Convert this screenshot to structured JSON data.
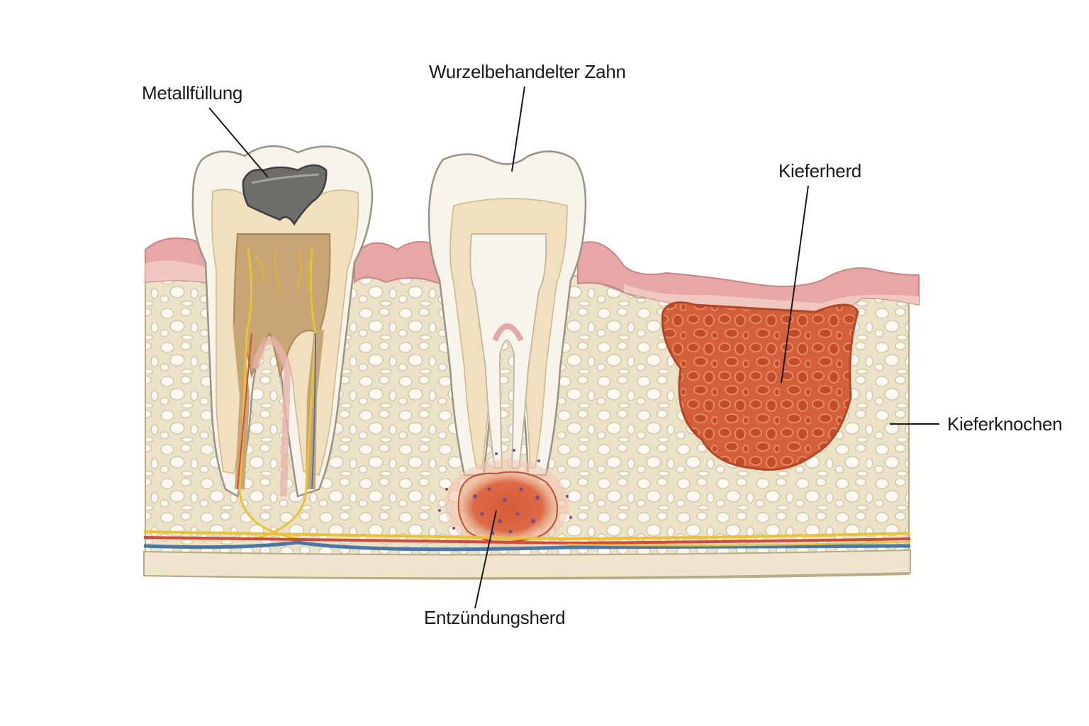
{
  "labels": {
    "metal_filling": "Metallfüllung",
    "root_canal_tooth": "Wurzelbehandelter Zahn",
    "jaw_lesion": "Kieferherd",
    "jaw_bone": "Kieferknochen",
    "inflammation": "Entzündungsherd"
  },
  "colors": {
    "bone": "#ece4cc",
    "bone_hole": "#fbf9f1",
    "gum": "#e6a6a6",
    "enamel": "#f7f4ec",
    "dentin": "#f1dfbe",
    "pulp": "#c7a574",
    "filling": "#6d6e6b",
    "lesion": "#d8643c",
    "nerve": "#e9c23a",
    "artery": "#d5493b",
    "vein": "#4a78a6"
  }
}
